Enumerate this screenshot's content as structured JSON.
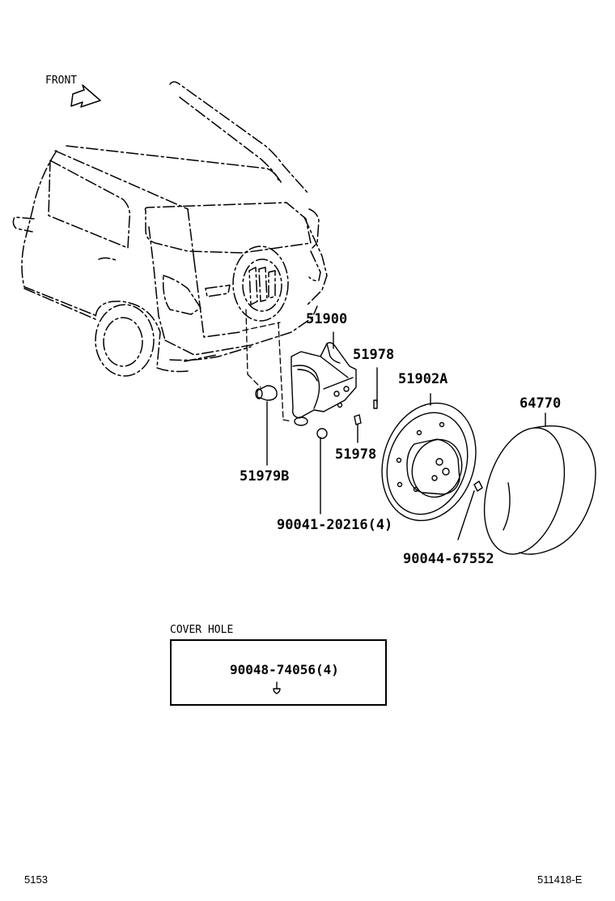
{
  "header": {
    "front_label": "FRONT"
  },
  "parts": [
    {
      "id": "51900"
    },
    {
      "id": "51978"
    },
    {
      "id": "51902A"
    },
    {
      "id": "64770"
    },
    {
      "id": "51978"
    },
    {
      "id": "51979B"
    },
    {
      "id": "90041-20216(4)"
    },
    {
      "id": "90044-67552"
    }
  ],
  "cover_hole": {
    "title": "COVER HOLE",
    "part": "90048-74056(4)"
  },
  "footer": {
    "left_code": "5153",
    "right_code": "511418-E"
  }
}
